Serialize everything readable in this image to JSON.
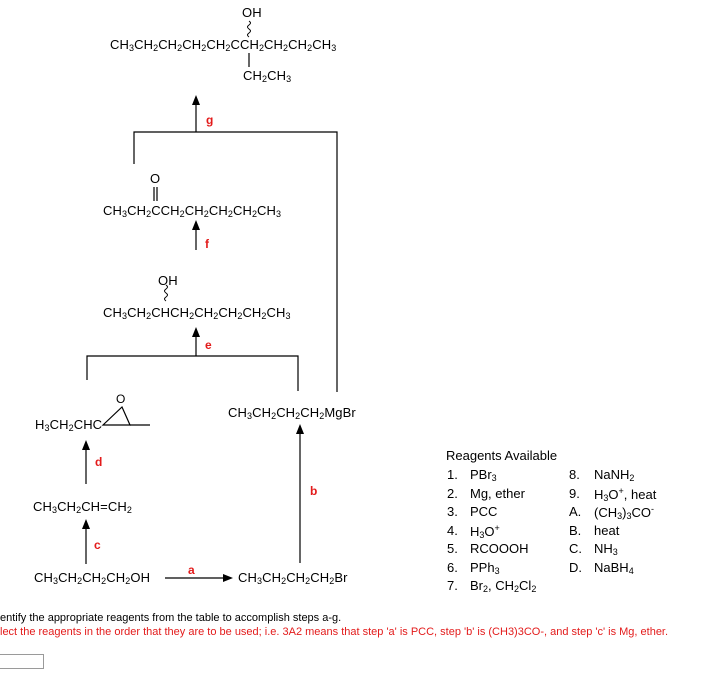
{
  "molecules": {
    "product_oh": "OH",
    "product_main": "CH3CH2CH2CH2CH2CCH2CH2CH2CH3",
    "product_branch": "CH2CH3",
    "ketone_o": "O",
    "ketone": "CH3CH2CCH2CH2CH2CH2CH3",
    "alcohol_oh": "OH",
    "alcohol": "CH3CH2CHCH2CH2CH2CH2CH3",
    "epoxide_chain": "H3CH2CHC",
    "epoxide_o": "O",
    "grignard": "CH3CH2CH2CH2MgBr",
    "alkene": "CH3CH2CH=CH2",
    "butanol": "CH3CH2CH2CH2OH",
    "bromide": "CH3CH2CH2CH2Br"
  },
  "steps": {
    "a": "a",
    "b": "b",
    "c": "c",
    "d": "d",
    "e": "e",
    "f": "f",
    "g": "g"
  },
  "reagents": {
    "title": "Reagents Available",
    "left": [
      {
        "num": "1.",
        "text": "PBr3"
      },
      {
        "num": "2.",
        "text": "Mg, ether"
      },
      {
        "num": "3.",
        "text": "PCC"
      },
      {
        "num": "4.",
        "text": "H3O+"
      },
      {
        "num": "5.",
        "text": "RCOOOH"
      },
      {
        "num": "6.",
        "text": "PPh3"
      },
      {
        "num": "7.",
        "text": "Br2, CH2Cl2"
      }
    ],
    "right": [
      {
        "num": "8.",
        "text": "NaNH2"
      },
      {
        "num": "9.",
        "text": "H3O+, heat"
      },
      {
        "num": "A.",
        "text": "(CH3)3CO-"
      },
      {
        "num": "B.",
        "text": "heat"
      },
      {
        "num": "C.",
        "text": "NH3"
      },
      {
        "num": "D.",
        "text": "NaBH4"
      }
    ]
  },
  "instructions": {
    "line1": "entify the appropriate reagents from the table to accomplish steps a-g.",
    "line2": "lect the reagents in the order that they are to be used; i.e. 3A2 means that step 'a' is PCC, step 'b' is (CH3)3CO-, and step 'c' is Mg, ether."
  },
  "answer": {
    "value": "",
    "placeholder": ""
  }
}
